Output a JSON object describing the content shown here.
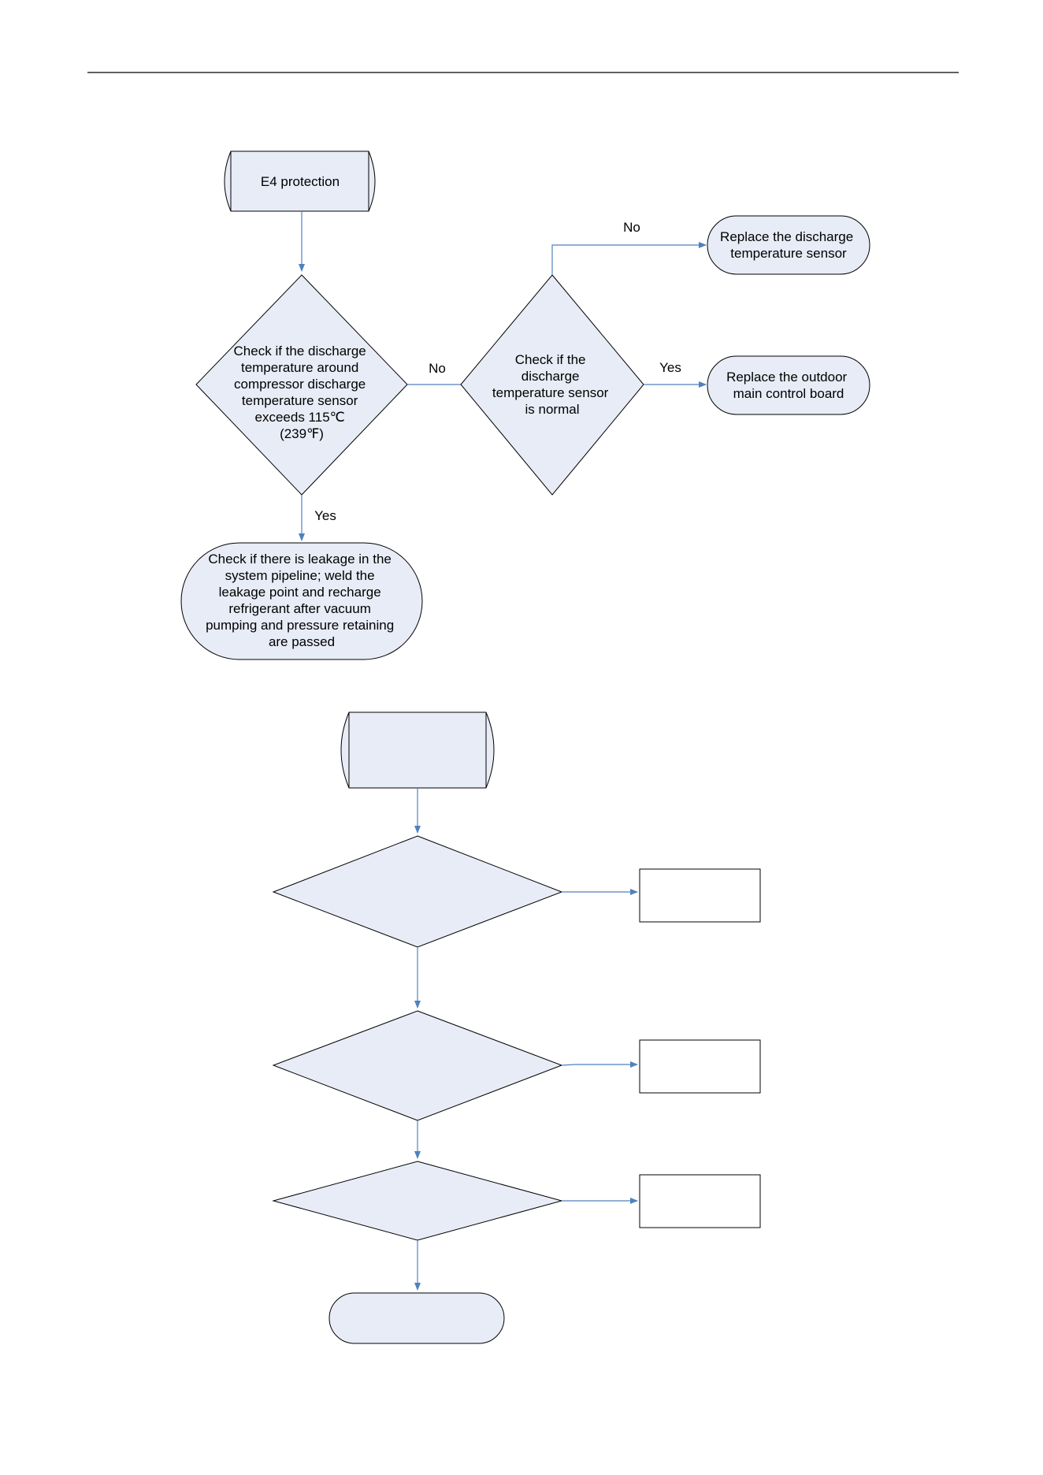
{
  "colors": {
    "node_fill": "#e8ecf6",
    "node_stroke": "#000000",
    "edge": "#4f81bd",
    "rule": "#000000"
  },
  "flowchart_e4": {
    "start": {
      "label": "E4 protection"
    },
    "decision_temp": {
      "lines": [
        "Check if the discharge",
        "temperature around",
        "compressor discharge",
        "temperature sensor",
        "exceeds 115℃",
        "(239℉)"
      ]
    },
    "decision_sensor": {
      "lines": [
        "Check if the",
        "discharge",
        "temperature sensor",
        "is normal"
      ]
    },
    "replace_sensor": {
      "lines": [
        "Replace the discharge",
        "temperature sensor"
      ]
    },
    "replace_board": {
      "lines": [
        "Replace the outdoor",
        "main control board"
      ]
    },
    "leakage": {
      "lines": [
        "Check if there is leakage in the",
        "system pipeline; weld the",
        "leakage point and recharge",
        "refrigerant after vacuum",
        "pumping and pressure retaining",
        "are passed"
      ]
    },
    "labels": {
      "temp_no": "No",
      "temp_yes": "Yes",
      "sensor_no": "No",
      "sensor_yes": "Yes"
    }
  }
}
